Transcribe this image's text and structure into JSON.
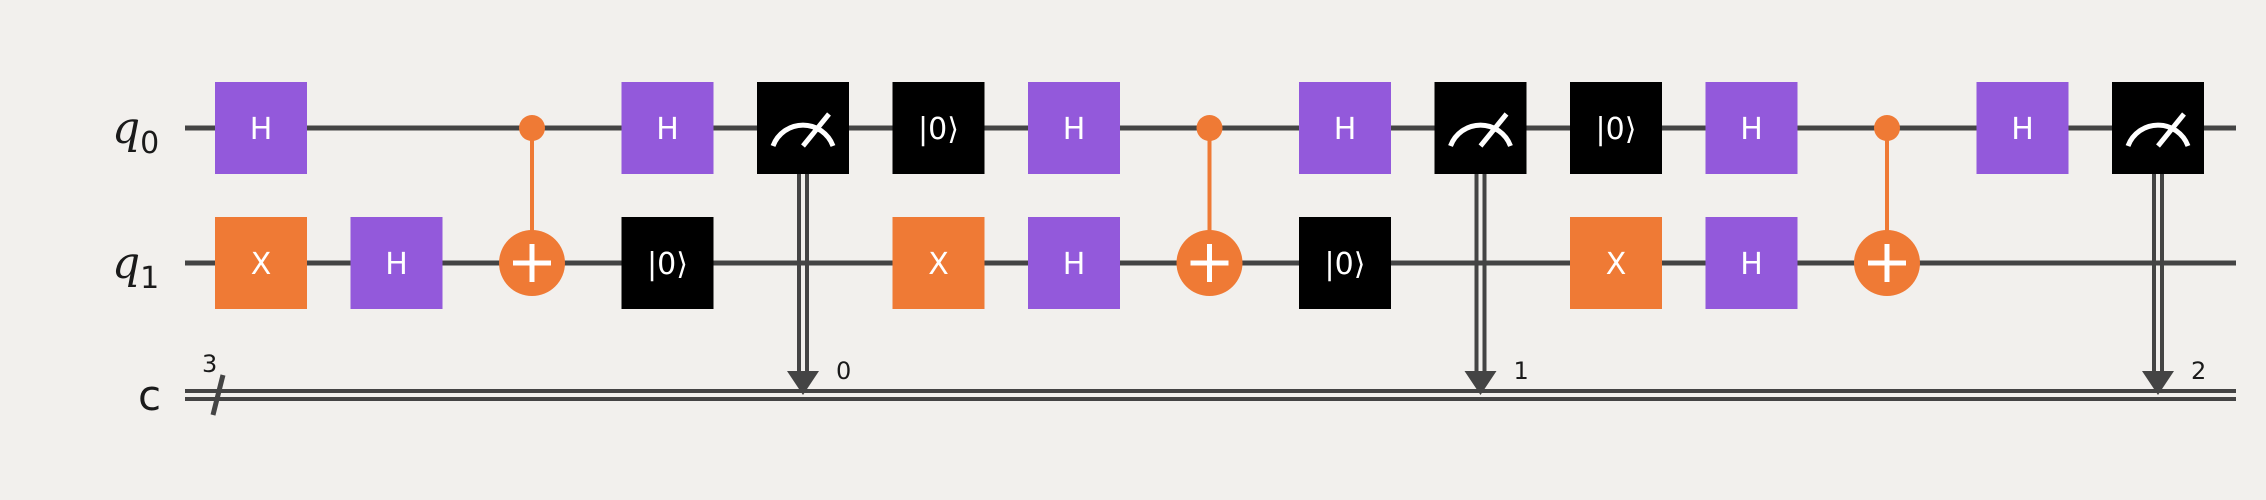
{
  "colors": {
    "background": "#f2f0ed",
    "wire": "#444444",
    "h_gate": "#9359db",
    "x_gate": "#ef7a35",
    "reset_gate": "#000000",
    "measure_gate": "#000000",
    "control": "#ef7a35",
    "text_light": "#ffffff",
    "text_dark": "#1a1a1a"
  },
  "wires": {
    "q0": {
      "name": "q",
      "sub": "0"
    },
    "q1": {
      "name": "q",
      "sub": "1"
    },
    "c": {
      "name": "c",
      "width": "3"
    }
  },
  "gate_labels": {
    "h": "H",
    "x": "X",
    "reset": "|0⟩"
  },
  "columns": [
    {
      "q0": "H",
      "q1": "X"
    },
    {
      "q1": "H"
    },
    {
      "cx": true
    },
    {
      "q0": "H",
      "q1": "reset"
    },
    {
      "q0": "measure",
      "cbit": "0"
    },
    {
      "q0": "reset",
      "q1": "X"
    },
    {
      "q0": "H",
      "q1": "H"
    },
    {
      "cx": true
    },
    {
      "q0": "H",
      "q1": "reset"
    },
    {
      "q0": "measure",
      "cbit": "1"
    },
    {
      "q0": "reset",
      "q1": "X"
    },
    {
      "q0": "H",
      "q1": "H"
    },
    {
      "cx": true
    },
    {
      "q0": "H"
    },
    {
      "q0": "measure",
      "cbit": "2"
    }
  ]
}
